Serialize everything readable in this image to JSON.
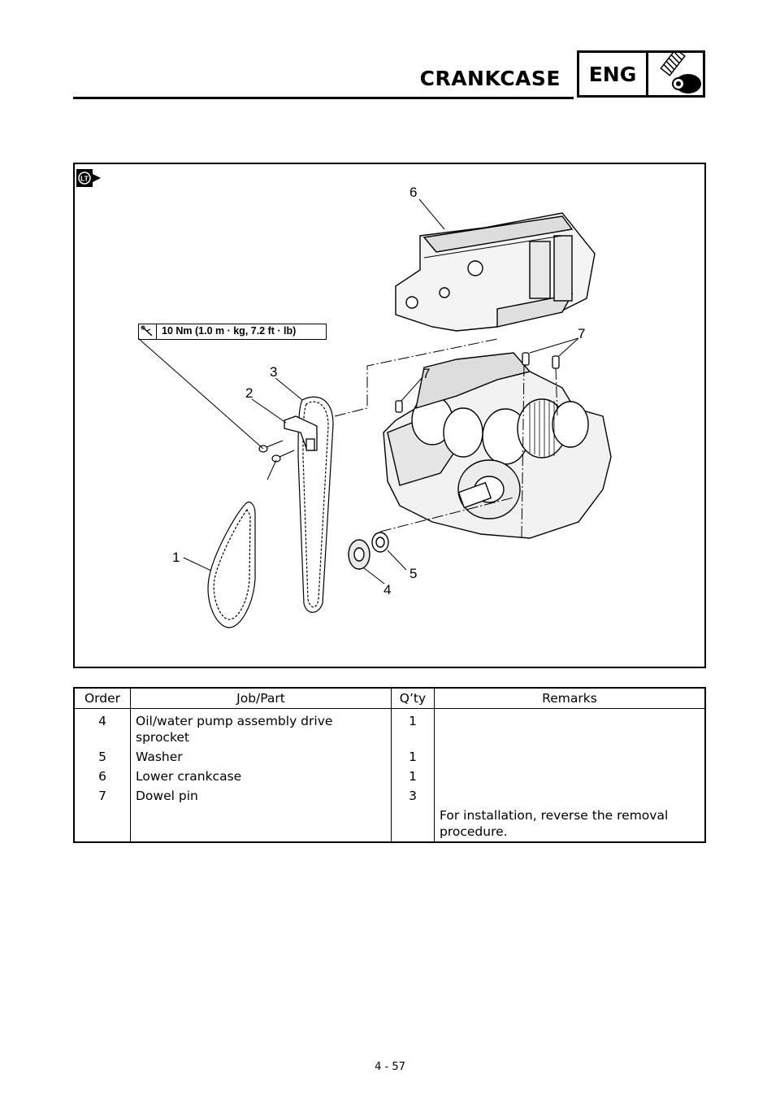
{
  "header": {
    "section_title": "CRANKCASE",
    "badge_label": "ENG",
    "badge_icon": "engine-wrench-icon"
  },
  "figure": {
    "torque_spec": "10 Nm (1.0 m · kg, 7.2 ft · lb)",
    "torque_icon": "torque-wrench-icon",
    "loctite_label": "LT",
    "callouts": [
      "1",
      "2",
      "3",
      "4",
      "5",
      "6",
      "7",
      "7"
    ]
  },
  "table": {
    "headers": {
      "order": "Order",
      "job": "Job/Part",
      "qty": "Q’ty",
      "remarks": "Remarks"
    },
    "rows": [
      {
        "order": "4",
        "job": "Oil/water pump assembly drive sprocket",
        "qty": "1",
        "remarks": ""
      },
      {
        "order": "5",
        "job": "Washer",
        "qty": "1",
        "remarks": ""
      },
      {
        "order": "6",
        "job": "Lower crankcase",
        "qty": "1",
        "remarks": ""
      },
      {
        "order": "7",
        "job": "Dowel pin",
        "qty": "3",
        "remarks": ""
      },
      {
        "order": "",
        "job": "",
        "qty": "",
        "remarks": "For installation, reverse the removal procedure."
      }
    ]
  },
  "footer": {
    "page_number": "4 - 57"
  }
}
